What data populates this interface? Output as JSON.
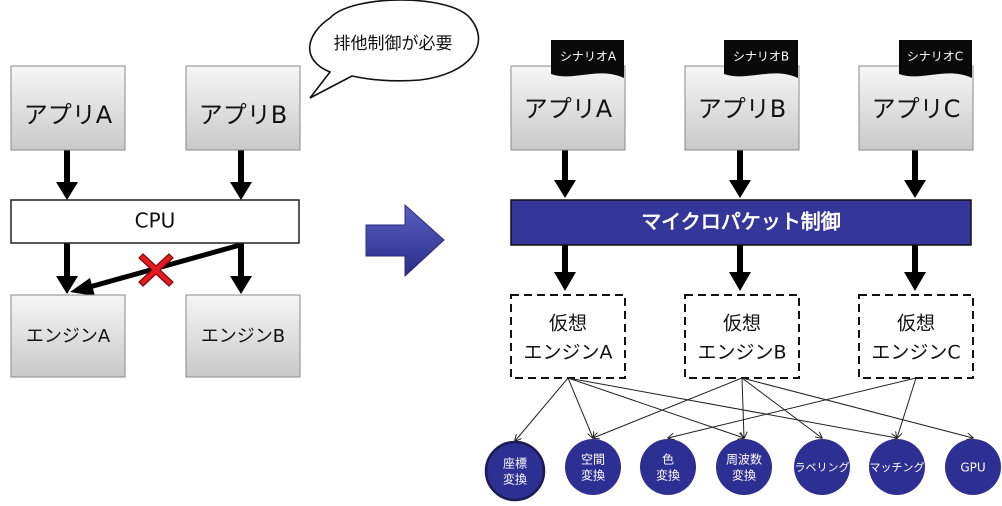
{
  "left": {
    "apps": [
      {
        "label": "アプリA"
      },
      {
        "label": "アプリB"
      }
    ],
    "cpu": {
      "label": "CPU"
    },
    "engines": [
      {
        "label": "エンジンA"
      },
      {
        "label": "エンジンB"
      }
    ],
    "callout": {
      "text": "排他制御が必要"
    },
    "blocked_mark": {
      "icon": "cross-icon",
      "color": "#e8191f"
    }
  },
  "right": {
    "scenarios": [
      {
        "label": "シナリオA"
      },
      {
        "label": "シナリオB"
      },
      {
        "label": "シナリオC"
      }
    ],
    "apps": [
      {
        "label": "アプリA"
      },
      {
        "label": "アプリB"
      },
      {
        "label": "アプリC"
      }
    ],
    "controller": {
      "label": "マイクロパケット制御"
    },
    "virtual_engines": [
      {
        "line1": "仮想",
        "line2": "エンジンA"
      },
      {
        "line1": "仮想",
        "line2": "エンジンB"
      },
      {
        "line1": "仮想",
        "line2": "エンジンC"
      }
    ],
    "functions": [
      {
        "line1": "座標",
        "line2": "変換"
      },
      {
        "line1": "空間",
        "line2": "変換"
      },
      {
        "line1": "色",
        "line2": "変換"
      },
      {
        "line1": "周波数",
        "line2": "変換"
      },
      {
        "line1": "ラベリング",
        "line2": ""
      },
      {
        "line1": "マッチング",
        "line2": ""
      },
      {
        "line1": "GPU",
        "line2": ""
      }
    ],
    "connections": [
      {
        "from": 0,
        "to": 0
      },
      {
        "from": 0,
        "to": 1
      },
      {
        "from": 0,
        "to": 3
      },
      {
        "from": 0,
        "to": 5
      },
      {
        "from": 1,
        "to": 1
      },
      {
        "from": 1,
        "to": 3
      },
      {
        "from": 1,
        "to": 4
      },
      {
        "from": 1,
        "to": 6
      },
      {
        "from": 2,
        "to": 2
      },
      {
        "from": 2,
        "to": 5
      }
    ]
  },
  "transition_arrow": {
    "icon": "arrow-right-icon"
  },
  "colors": {
    "controller_fill": "#35369a",
    "function_fill": "#2e2f92",
    "box_gradient_top": "#f6f6f6",
    "box_gradient_bottom": "#c9c9c9"
  }
}
